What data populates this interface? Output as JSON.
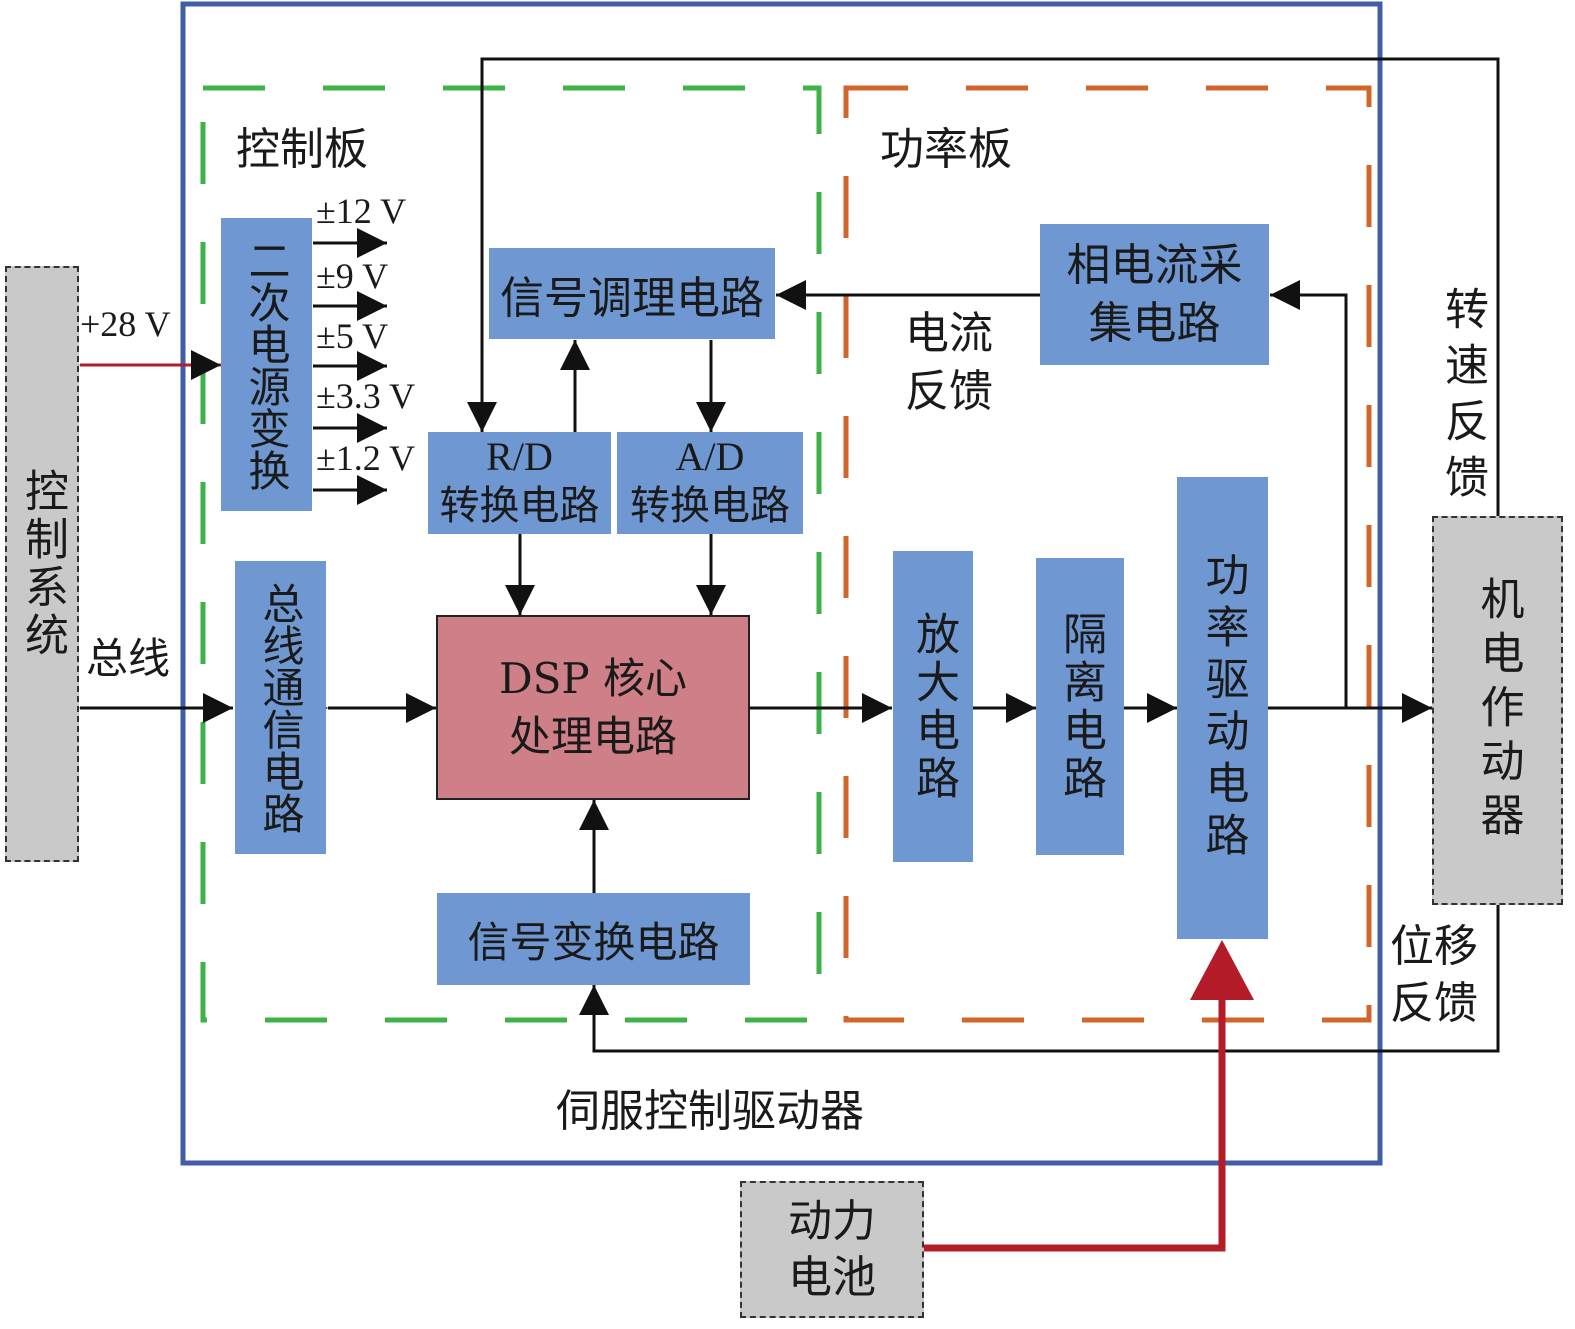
{
  "control_system": "控制系统",
  "bus_label": "总线",
  "v28_label": "+28 V",
  "servo_driver": "伺服控制驱动器",
  "control_board": "控制板",
  "power_board": "功率板",
  "secondary_power": "二次电源变换",
  "voltages": [
    "±12 V",
    "±9 V",
    "±5 V",
    "±3.3 V",
    "±1.2 V"
  ],
  "bus_comm": "总线通信电路",
  "signal_conditioning": "信号调理电路",
  "rd_line1": "R/D",
  "rd_line2": "转换电路",
  "ad_line1": "A/D",
  "ad_line2": "转换电路",
  "dsp_line1": "DSP 核心",
  "dsp_line2": "处理电路",
  "signal_transform": "信号变换电路",
  "phase_current_line1": "相电流采",
  "phase_current_line2": "集电路",
  "current_feedback_line1": "电流",
  "current_feedback_line2": "反馈",
  "amplifier": "放大电路",
  "isolation": "隔离电路",
  "power_drive": "功率驱动电路",
  "speed_feedback": "转速反馈",
  "actuator": "机电作动器",
  "disp_feedback_line1": "位移",
  "disp_feedback_line2": "反馈",
  "battery_line1": "动力",
  "battery_line2": "电池",
  "colors": {
    "driver_border": "#3f5ea6",
    "control_dash": "#3eb34a",
    "power_dash": "#d2652a",
    "block_blue": "#6f98d3",
    "dsp_red": "#cf7f88",
    "grey_box": "#c9c9c9",
    "red_arrow": "#b31c28"
  }
}
